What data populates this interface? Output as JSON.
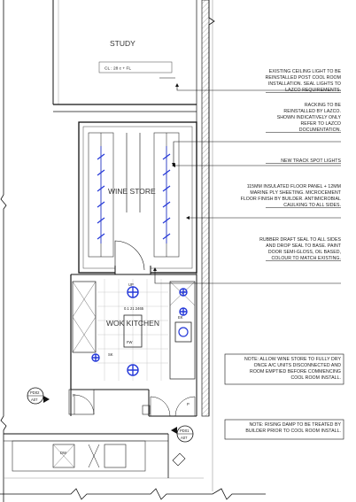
{
  "rooms": {
    "study": "STUDY",
    "study_ceiling": "CL : 28 c + FL",
    "wine_store": "WINE STORE",
    "wok_kitchen": "WOK KITCHEN"
  },
  "labels": {
    "fw": "FW",
    "ek": "EK",
    "sk": "SK",
    "up": "UP",
    "dw": "DW",
    "p1": "P",
    "p2": "P",
    "dim": "0.1 21 2465"
  },
  "section_markers": [
    {
      "top": "PD02",
      "bottom": "A07"
    },
    {
      "top": "PD01",
      "bottom": "A07"
    }
  ],
  "notes": [
    {
      "lines": [
        "EXISTING CEILING LIGHT TO BE",
        "REINSTALLED POST COOL ROOM",
        "INSTALLATION. SEAL LIGHTS TO",
        "LAZCO REQUIREMENTS."
      ]
    },
    {
      "lines": [
        "RACKING TO BE",
        "REINSTALLED BY LAZCO.",
        "SHOWN INDICATIVELY ONLY",
        "REFER TO LAZCO",
        "DOCUMENTATION."
      ]
    },
    {
      "lines": [
        "NEW TRACK SPOT LIGHTS"
      ]
    },
    {
      "lines": [
        "115MM INSULATED FLOOR PANEL + 12MM",
        "MARINE PLY SHEETING. MICROCEMENT",
        "FLOOR FINISH BY BUILDER. ANTIMICROBIAL",
        "CAULKING TO ALL SIDES."
      ]
    },
    {
      "lines": [
        "RUBBER DRAFT SEAL TO ALL SIDES",
        "AND DROP SEAL TO BASE. PAINT",
        "DOOR SEMI-GLOSS, OIL BASED,",
        "COLOUR TO MATCH EXISTING."
      ]
    }
  ],
  "boxed_notes": [
    {
      "lines": [
        "NOTE: ALLOW WINE STORE TO FULLY DRY",
        "ONCE A/C UNITS DISCONNECTED AND",
        "ROOM EMPTIED BEFORE COMMENCING",
        "COOL ROOM INSTALL."
      ]
    },
    {
      "lines": [
        "NOTE: RISING DAMP TO BE TREATED BY",
        "BUILDER PRIOR TO COOL ROOM INSTALL."
      ]
    }
  ],
  "colors": {
    "line": "#111111",
    "light_fixture": "#2438d8",
    "hatch": "#9a9a9a"
  }
}
